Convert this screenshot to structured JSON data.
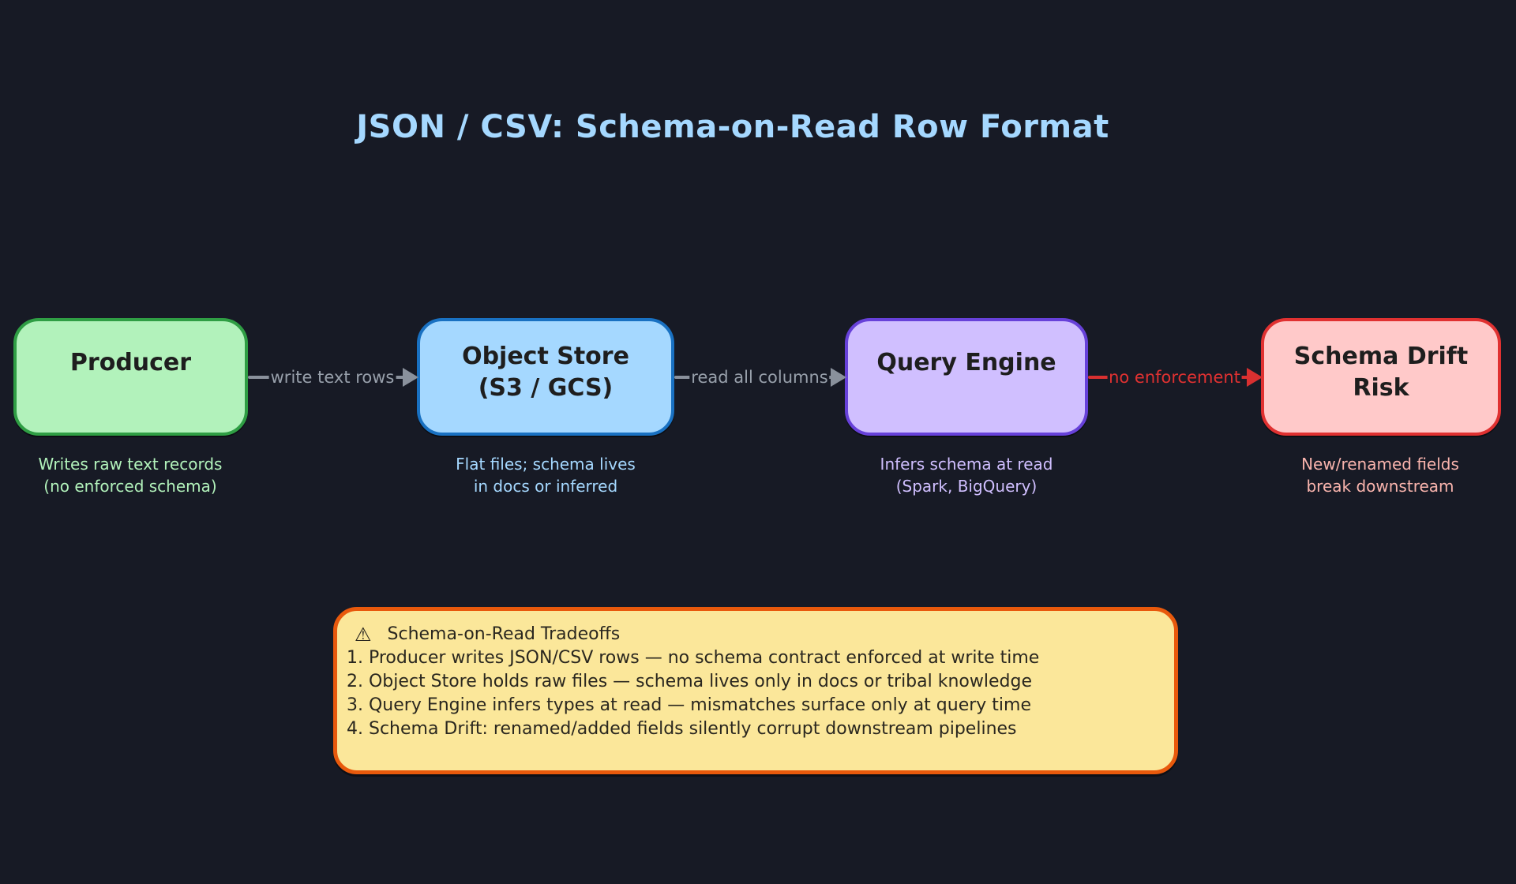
{
  "title": "JSON / CSV: Schema-on-Read Row Format",
  "colors": {
    "background": "#171a25",
    "title_text": "#a5d8ff",
    "arrow_gray": "#8a919c",
    "arrow_red": "#e03131",
    "node_label_text": "#1e1e1e",
    "warning_fill": "#fbe79a",
    "warning_border": "#e8590c",
    "warning_text": "#2a271f"
  },
  "nodes": [
    {
      "id": "producer",
      "label": "Producer",
      "caption": "Writes raw text records\n(no enforced schema)",
      "fill": "#b2f2bb",
      "border": "#2f9e44",
      "caption_color": "#b2f2bb"
    },
    {
      "id": "object-store",
      "label": "Object Store\n(S3 / GCS)",
      "caption": "Flat files; schema lives\nin docs or inferred",
      "fill": "#a5d8ff",
      "border": "#1971c2",
      "caption_color": "#a5d8ff"
    },
    {
      "id": "query-engine",
      "label": "Query Engine",
      "caption": "Infers schema at read\n(Spark, BigQuery)",
      "fill": "#d0bfff",
      "border": "#6741d9",
      "caption_color": "#d0bfff"
    },
    {
      "id": "schema-drift-risk",
      "label": "Schema Drift\nRisk",
      "caption": "New/renamed fields\nbreak downstream",
      "fill": "#ffc9c9",
      "border": "#e03131",
      "caption_color": "#f9b4ad"
    }
  ],
  "arrows": [
    {
      "from": "producer",
      "to": "object-store",
      "label": "write text rows",
      "color": "#8a919c"
    },
    {
      "from": "object-store",
      "to": "query-engine",
      "label": "read all columns",
      "color": "#8a919c"
    },
    {
      "from": "query-engine",
      "to": "schema-drift-risk",
      "label": "no enforcement",
      "color": "#e03131"
    }
  ],
  "warning": {
    "icon": "⚠",
    "heading": "Schema-on-Read Tradeoffs",
    "items": [
      "1. Producer writes JSON/CSV rows — no schema contract enforced at write time",
      "2. Object Store holds raw files — schema lives only in docs or tribal knowledge",
      "3. Query Engine infers types at read — mismatches surface only at query time",
      "4. Schema Drift: renamed/added fields silently corrupt downstream pipelines"
    ]
  }
}
